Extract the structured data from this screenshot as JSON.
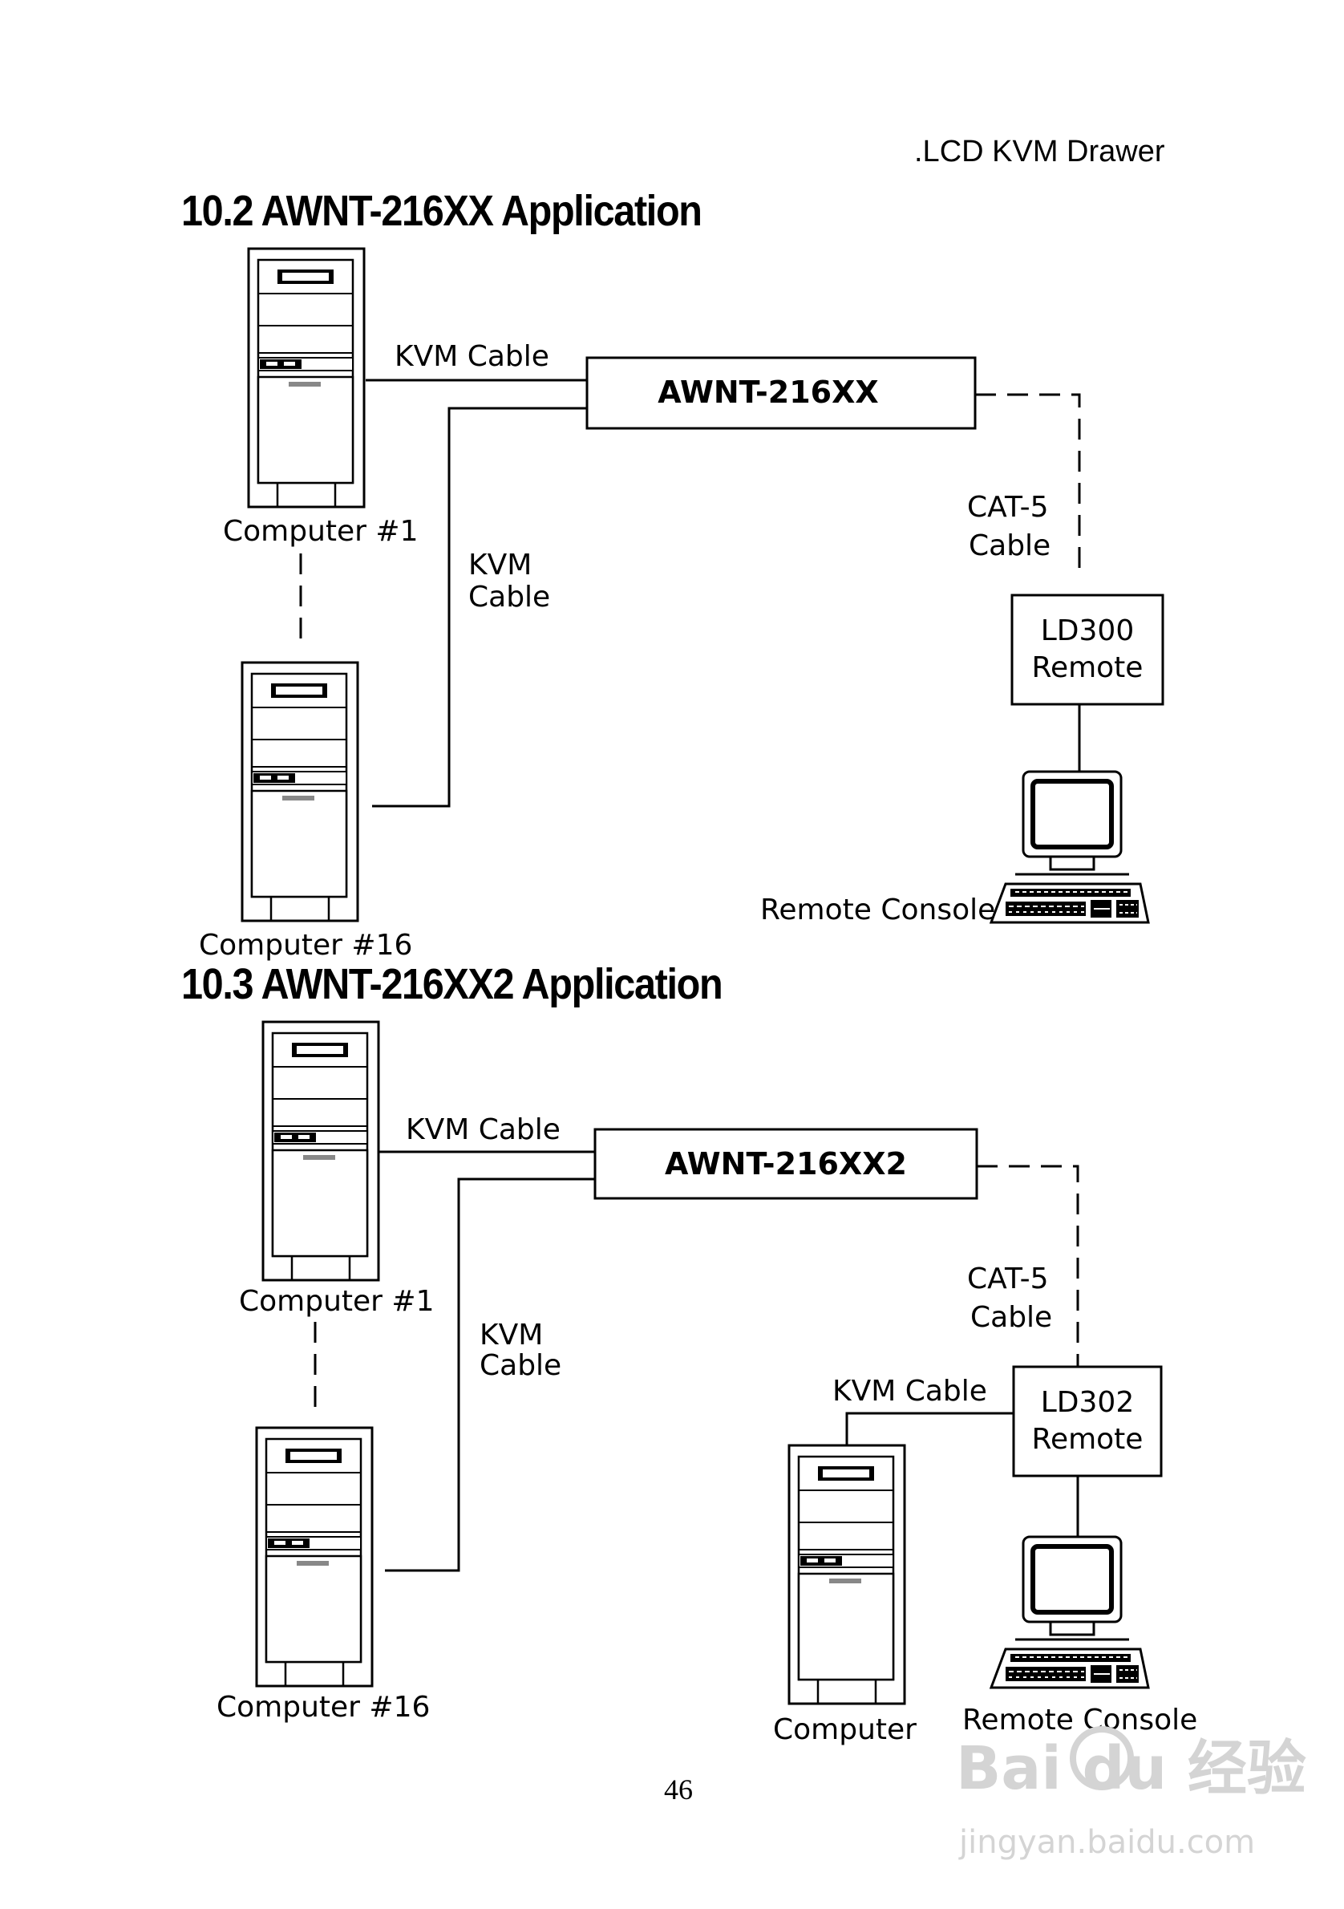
{
  "header": {
    "brand": ".LCD KVM Drawer"
  },
  "sections": [
    {
      "title": "10.2 AWNT-216XX Application",
      "device": "AWNT-216XX",
      "computer_top": "Computer  #1",
      "computer_bottom": "Computer #16",
      "kvm_cable_top": "KVM Cable",
      "kvm_cable_side": [
        "KVM",
        "Cable"
      ],
      "cat5": [
        "CAT-5",
        "Cable"
      ],
      "remote": [
        "LD300",
        "Remote"
      ],
      "console": "Remote Console"
    },
    {
      "title": "10.3 AWNT-216XX2 Application",
      "device": "AWNT-216XX2",
      "computer_top": "Computer  #1",
      "computer_bottom": "Computer #16",
      "kvm_cable_top": "KVM Cable",
      "kvm_cable_side": [
        "KVM",
        "Cable"
      ],
      "cat5": [
        "CAT-5",
        "Cable"
      ],
      "remote": [
        "LD302",
        "Remote"
      ],
      "local_kvm_cable": "KVM Cable",
      "local_computer": "Computer",
      "console": "Remote Console"
    }
  ],
  "footer": {
    "page_number": "46"
  },
  "watermark": {
    "logo": "Bai du 经验",
    "url": "jingyan.baidu.com"
  }
}
